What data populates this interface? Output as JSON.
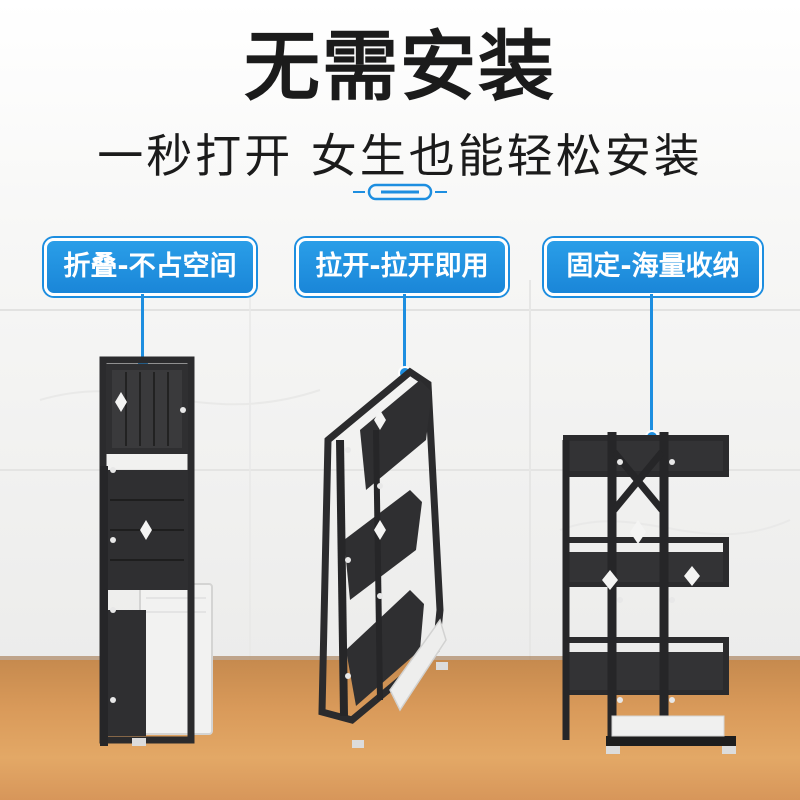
{
  "headline": "无需安装",
  "subheadline": "一秒打开 女生也能轻松安装",
  "callouts": [
    {
      "label": "折叠-不占空间",
      "icon": "folded-rack"
    },
    {
      "label": "拉开-拉开即用",
      "icon": "unfolding-rack"
    },
    {
      "label": "固定-海量收纳",
      "icon": "open-rack"
    }
  ],
  "colors": {
    "accent_blue": "#1d8ee0",
    "rack_frame": "#2b2b2d",
    "headline_text": "#1b1b1b",
    "countertop": "#d99a5a"
  }
}
